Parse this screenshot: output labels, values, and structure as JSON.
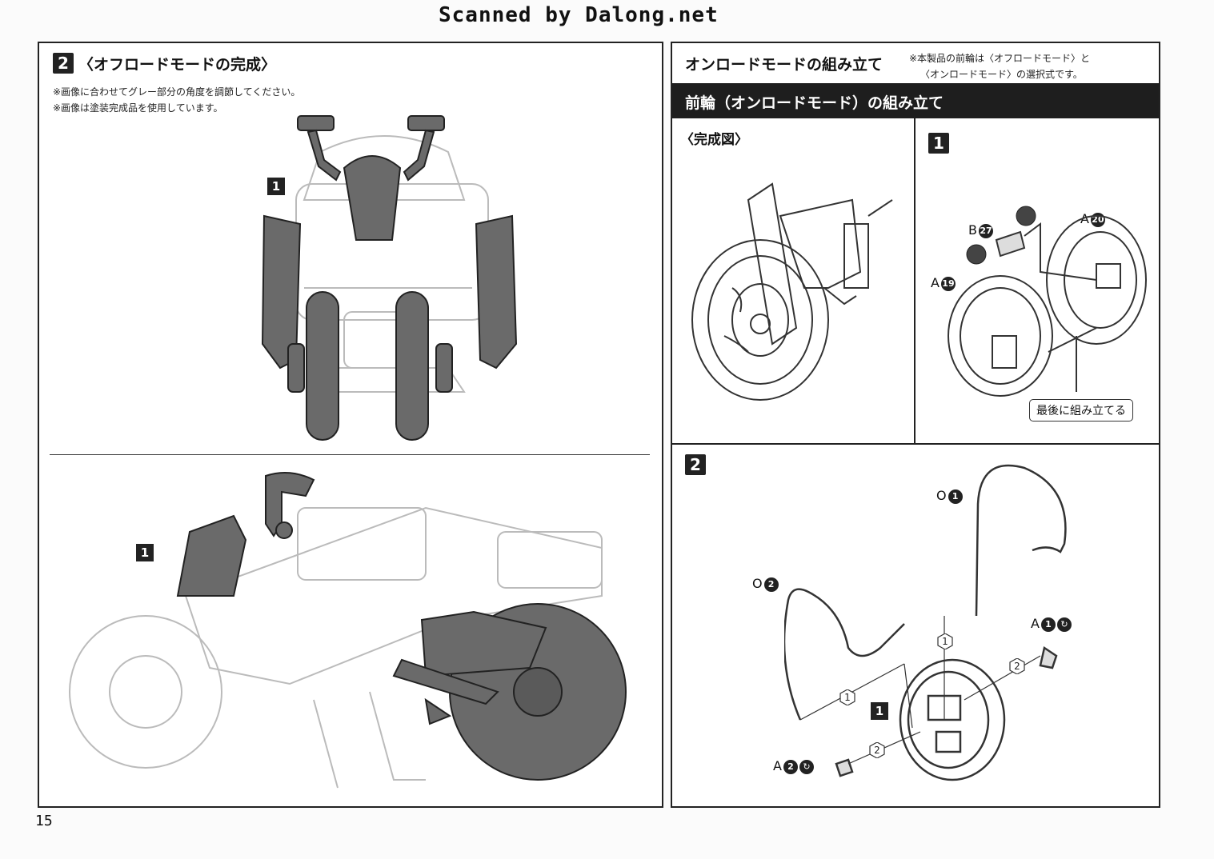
{
  "scan_header": "Scanned by Dalong.net",
  "page_number": "15",
  "left_panel": {
    "step": "2",
    "title": "〈オフロードモードの完成〉",
    "notes": [
      "※画像に合わせてグレー部分の角度を調節してください。",
      "※画像は塗装完成品を使用しています。"
    ],
    "top_marker": "1",
    "bottom_marker": "1"
  },
  "right_panel": {
    "title": "オンロードモードの組み立て",
    "side_note": [
      "※本製品の前輪は〈オフロードモード〉と",
      "〈オンロードモード〉の選択式です。"
    ],
    "bar_title": "前輪（オンロードモード）の組み立て",
    "complete_label": "〈完成図〉",
    "step1": {
      "number": "1",
      "part_b": "B",
      "part_b_num": "27",
      "part_a20": "A",
      "part_a20_num": "20",
      "part_a19": "A",
      "part_a19_num": "19",
      "callout": "最後に組み立てる"
    },
    "step2": {
      "number": "2",
      "o1_letter": "O",
      "o1_num": "1",
      "o2_letter": "O",
      "o2_num": "2",
      "a1_letter": "A",
      "a1_num": "1",
      "a2_letter": "A",
      "a2_num": "2",
      "marker": "1",
      "order_1": "1",
      "order_2": "2"
    }
  }
}
